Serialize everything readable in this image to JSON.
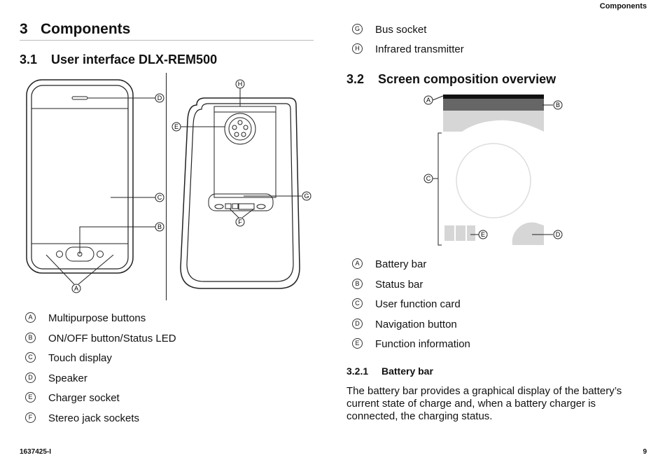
{
  "header": {
    "section": "Components"
  },
  "footer": {
    "doc_number": "1637425-I",
    "page": "9"
  },
  "chapter": {
    "number": "3",
    "title": "Components"
  },
  "section_31": {
    "number": "3.1",
    "title": "User interface DLX-REM500"
  },
  "section_32": {
    "number": "3.2",
    "title": "Screen composition overview"
  },
  "section_321": {
    "number": "3.2.1",
    "title": "Battery bar"
  },
  "left_legend": [
    {
      "letter": "A",
      "text": "Multipurpose buttons"
    },
    {
      "letter": "B",
      "text": "ON/OFF button/Status LED"
    },
    {
      "letter": "C",
      "text": "Touch display"
    },
    {
      "letter": "D",
      "text": "Speaker"
    },
    {
      "letter": "E",
      "text": "Charger socket"
    },
    {
      "letter": "F",
      "text": "Stereo jack sockets"
    }
  ],
  "right_top_legend": [
    {
      "letter": "G",
      "text": "Bus socket"
    },
    {
      "letter": "H",
      "text": "Infrared transmitter"
    }
  ],
  "screen_legend": [
    {
      "letter": "A",
      "text": "Battery bar"
    },
    {
      "letter": "B",
      "text": "Status bar"
    },
    {
      "letter": "C",
      "text": "User function card"
    },
    {
      "letter": "D",
      "text": "Navigation button"
    },
    {
      "letter": "E",
      "text": "Function information"
    }
  ],
  "battery_bar_text": "The battery bar provides a graphical display of the battery’s current state of charge and, when a battery charger is connected, the charging status.",
  "figure_callouts": {
    "front": [
      "D",
      "C",
      "B",
      "A"
    ],
    "back": [
      "H",
      "E",
      "G",
      "F"
    ],
    "screen": [
      "A",
      "B",
      "C",
      "E",
      "D"
    ]
  }
}
